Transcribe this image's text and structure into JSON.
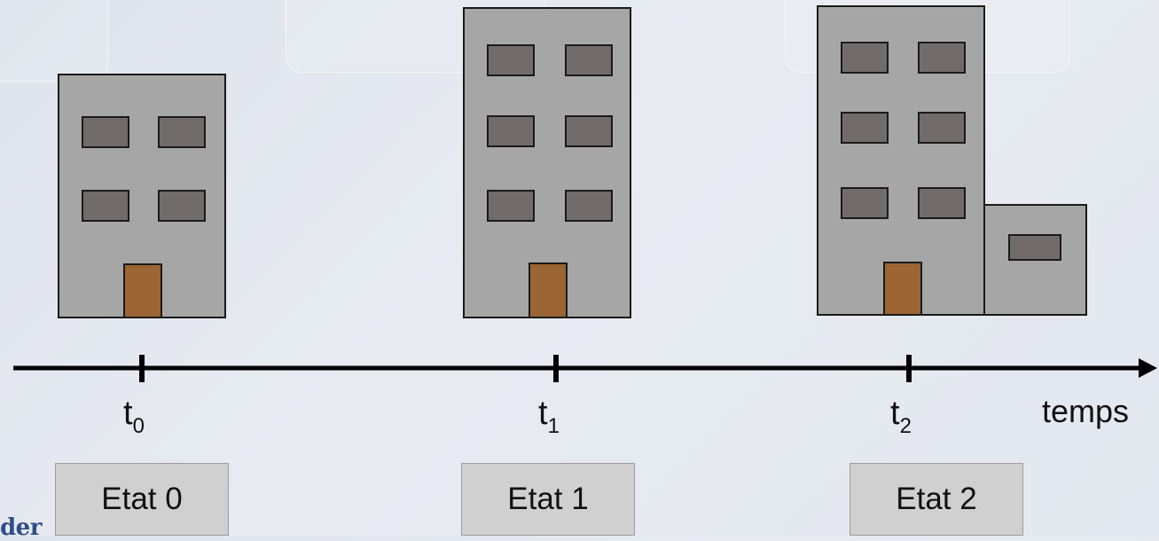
{
  "time_axis": {
    "label": "temps",
    "ticks": [
      {
        "base": "t",
        "sub": "0"
      },
      {
        "base": "t",
        "sub": "1"
      },
      {
        "base": "t",
        "sub": "2"
      }
    ]
  },
  "states": [
    "Etat 0",
    "Etat 1",
    "Etat 2"
  ],
  "buildings": [
    {
      "floors": 2,
      "windows_per_floor": 2,
      "annex": false
    },
    {
      "floors": 3,
      "windows_per_floor": 2,
      "annex": false
    },
    {
      "floors": 3,
      "windows_per_floor": 2,
      "annex": true,
      "annex_windows": 1
    }
  ],
  "footer_fragment": "der",
  "colors": {
    "wall": "#a6a6a6",
    "window": "#716c6a",
    "door": "#9b6534",
    "outline": "#1a1a1a",
    "state_box": "#d0d0d0",
    "footer_text": "#2f4f86"
  }
}
